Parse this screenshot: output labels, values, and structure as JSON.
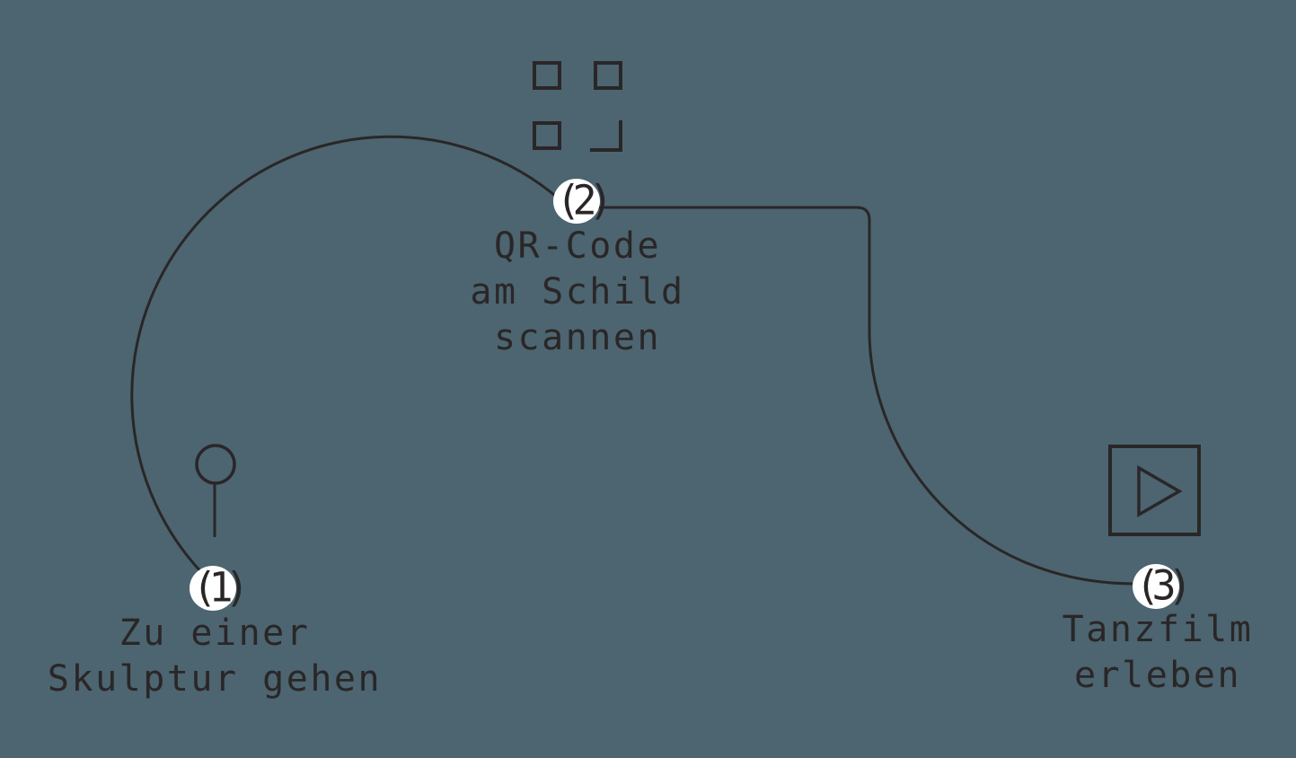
{
  "diagram": {
    "title": "visitor-journey-steps",
    "colors": {
      "background": "#4c6570",
      "ink": "#2a2627",
      "badge_background": "#ffffff"
    },
    "steps": [
      {
        "number": "(1)",
        "icon": "map-pin-icon",
        "lines": [
          "Zu einer",
          "Skulptur gehen"
        ]
      },
      {
        "number": "(2)",
        "icon": "qr-code-icon",
        "lines": [
          "QR-Code",
          "am Schild",
          "scannen"
        ]
      },
      {
        "number": "(3)",
        "icon": "play-video-icon",
        "lines": [
          "Tanzfilm",
          "erleben"
        ]
      }
    ]
  }
}
